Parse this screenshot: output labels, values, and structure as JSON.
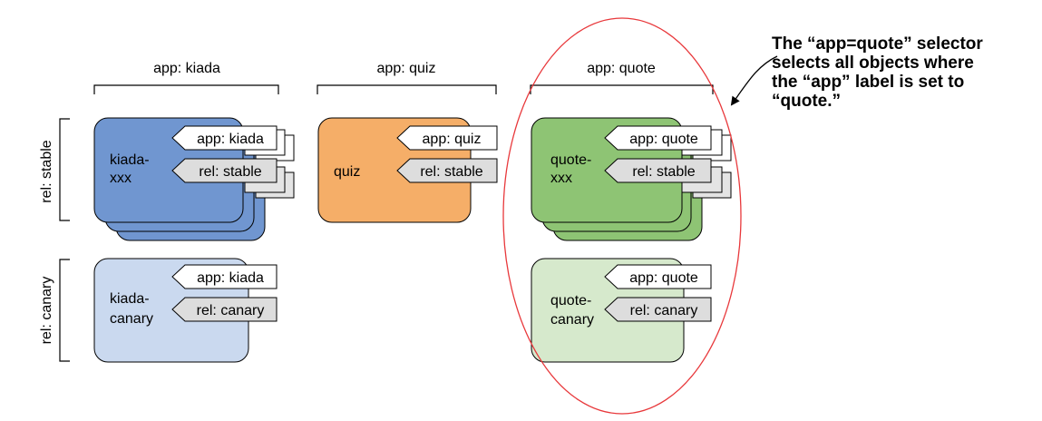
{
  "columns": [
    {
      "header": "app: kiada"
    },
    {
      "header": "app: quiz"
    },
    {
      "header": "app: quote"
    }
  ],
  "rows": [
    {
      "label": "rel: stable"
    },
    {
      "label": "rel: canary"
    }
  ],
  "pods": [
    {
      "name_lines": [
        "kiada-",
        "xxx"
      ],
      "labels": [
        "app: kiada",
        "rel: stable"
      ]
    },
    {
      "name_lines": [
        "quiz"
      ],
      "labels": [
        "app: quiz",
        "rel: stable"
      ]
    },
    {
      "name_lines": [
        "quote-",
        "xxx"
      ],
      "labels": [
        "app: quote",
        "rel: stable"
      ]
    },
    {
      "name_lines": [
        "kiada-",
        "canary"
      ],
      "labels": [
        "app: kiada",
        "rel: canary"
      ]
    },
    {
      "name_lines": [
        "quote-",
        "canary"
      ],
      "labels": [
        "app: quote",
        "rel: canary"
      ]
    }
  ],
  "callout": {
    "lines": [
      "The “app=quote” selector",
      "selects all objects where",
      "the “app” label is set to",
      "“quote.”"
    ]
  },
  "colors": {
    "kiada_stable": "#7096d0",
    "quiz_stable": "#f5ae68",
    "quote_stable": "#8ec474",
    "kiada_canary": "#cad9ef",
    "quote_canary": "#d6e9cc",
    "label_fill": "#dddddd",
    "selection_ellipse": "#e8383b"
  }
}
